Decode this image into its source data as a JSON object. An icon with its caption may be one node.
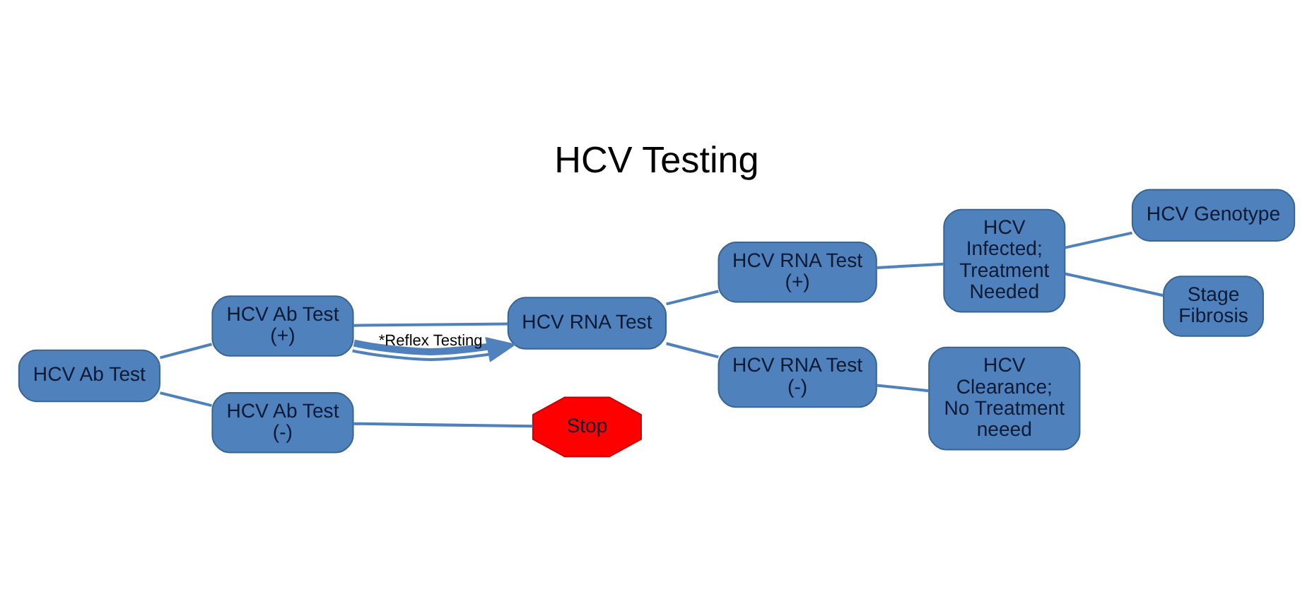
{
  "diagram": {
    "title": "HCV Testing",
    "nodes": [
      {
        "text": [
          "HCV Ab Test"
        ]
      },
      {
        "text": [
          "HCV Ab Test (+)"
        ]
      },
      {
        "text": [
          "HCV Ab Test (-)"
        ]
      },
      {
        "text": [
          "HCV RNA Test"
        ]
      },
      {
        "text": [
          "Stop"
        ]
      },
      {
        "text": [
          "HCV RNA Test (+)"
        ]
      },
      {
        "text": [
          "HCV RNA Test (-)"
        ]
      },
      {
        "text": [
          "HCV Infected; Treatment Needed"
        ]
      },
      {
        "text": [
          "HCV Clearance; No Treatment neeed"
        ]
      },
      {
        "text": [
          "HCV Genotype"
        ]
      },
      {
        "text": [
          "Stage Fibrosis"
        ]
      }
    ],
    "edges": [
      {
        "from": 0,
        "to": 1,
        "arrow": "none"
      },
      {
        "from": 0,
        "to": 2,
        "arrow": "none"
      },
      {
        "from": 1,
        "to": 3,
        "arrow": "none"
      },
      {
        "from": 1,
        "to": 3,
        "arrow": "to",
        "style": "thick",
        "label": "*Reflex Testing"
      },
      {
        "from": 2,
        "to": 4,
        "arrow": "none"
      },
      {
        "from": 3,
        "to": 5,
        "arrow": "none"
      },
      {
        "from": 3,
        "to": 6,
        "arrow": "none"
      },
      {
        "from": 5,
        "to": 7,
        "arrow": "none"
      },
      {
        "from": 6,
        "to": 8,
        "arrow": "none"
      },
      {
        "from": 7,
        "to": 9,
        "arrow": "none"
      },
      {
        "from": 7,
        "to": 10,
        "arrow": "none"
      }
    ]
  }
}
